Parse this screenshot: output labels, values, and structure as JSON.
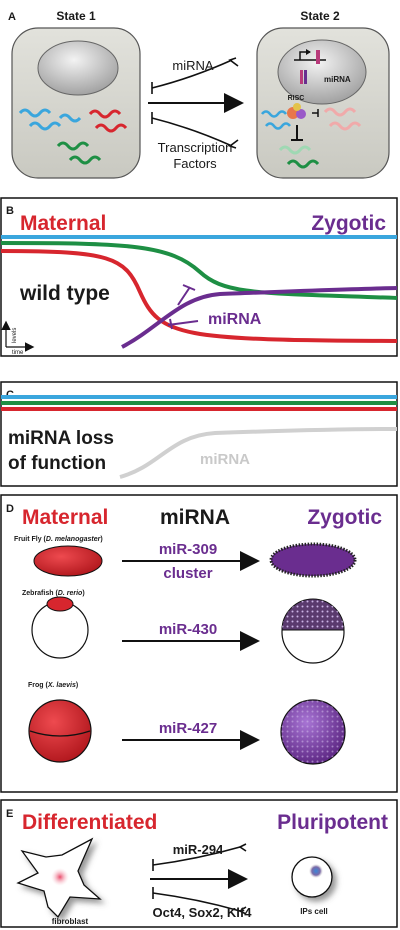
{
  "panelA": {
    "letter": "A",
    "state1": "State 1",
    "state2": "State 2",
    "top_arrow_label": "miRNA",
    "bottom_arrow_label_line1": "Transcription",
    "bottom_arrow_label_line2": "Factors",
    "nucleus_label": "miRNA",
    "risc_label": "RISC"
  },
  "panelB": {
    "letter": "B",
    "maternal": "Maternal",
    "zygotic": "Zygotic",
    "condition": "wild type",
    "mirna": "miRNA",
    "y_axis": "levels",
    "x_axis": "time"
  },
  "panelC": {
    "letter": "C",
    "condition_line1": "miRNA loss",
    "condition_line2": "of function",
    "mirna": "miRNA"
  },
  "panelD": {
    "letter": "D",
    "maternal": "Maternal",
    "mirna": "miRNA",
    "zygotic": "Zygotic",
    "rows": [
      {
        "organism": "Fruit Fly (",
        "species": "D. melanogaster",
        "close": ")",
        "mirna_line1": "miR-309",
        "mirna_line2": "cluster"
      },
      {
        "organism": "Zebrafish (",
        "species": "D. rerio",
        "close": ")",
        "mirna_line1": "miR-430",
        "mirna_line2": ""
      },
      {
        "organism": "Frog (",
        "species": "X. laevis",
        "close": ")",
        "mirna_line1": "miR-427",
        "mirna_line2": ""
      }
    ]
  },
  "panelE": {
    "letter": "E",
    "differentiated": "Differentiated",
    "pluripotent": "Pluripotent",
    "top_arrow_label": "miR-294",
    "bottom_arrow_label": "Oct4, Sox2, Klf4",
    "left_cell": "fibroblast",
    "right_cell": "IPs cell"
  },
  "colors": {
    "red": "#d7262e",
    "purple": "#6a2d8f",
    "green": "#1e8f44",
    "blue": "#3aa6dd",
    "gray": "#cfcfcf"
  }
}
